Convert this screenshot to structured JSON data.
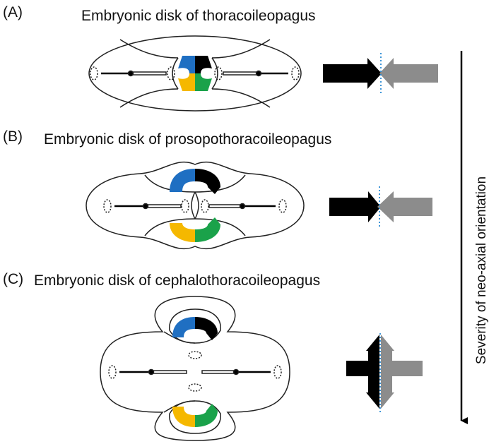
{
  "panels": [
    {
      "letter": "(A)",
      "title": "Embryonic disk of thoracoileopagus"
    },
    {
      "letter": "(B)",
      "title": "Embryonic disk of prosopothoracoileopagus"
    },
    {
      "letter": "(C)",
      "title": "Embryonic disk of cephalothoracoileopagus"
    }
  ],
  "side_label": "Severity of neo-axial orientation",
  "colors": {
    "blue": "#1f6fc2",
    "black": "#000000",
    "yellow": "#f5b800",
    "green": "#1aa24a",
    "gray": "#8c8c8c",
    "dotted_line": "#2a8ad4",
    "outline": "#222222"
  },
  "icons": [
    "right-arrow-black-icon",
    "left-arrow-gray-icon",
    "down-arrow-icon"
  ]
}
